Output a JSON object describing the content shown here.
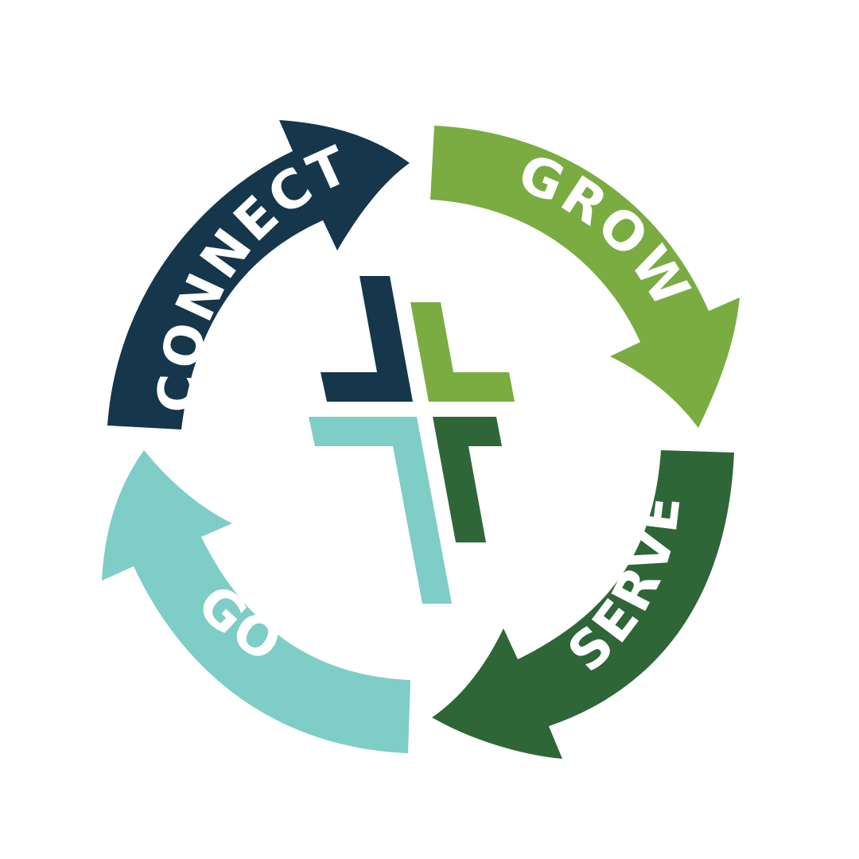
{
  "colors": {
    "connect": "#15364b",
    "grow": "#7aac42",
    "serve": "#2e6638",
    "go": "#7ecdc6",
    "background": "#ffffff"
  },
  "cycle": {
    "steps": [
      {
        "id": "connect",
        "label": "CONNECT",
        "color": "#15364b"
      },
      {
        "id": "grow",
        "label": "GROW",
        "color": "#7aac42"
      },
      {
        "id": "serve",
        "label": "SERVE",
        "color": "#2e6638"
      },
      {
        "id": "go",
        "label": "GO",
        "color": "#7ecdc6"
      }
    ]
  },
  "logo": {
    "shape": "cross-icon"
  }
}
